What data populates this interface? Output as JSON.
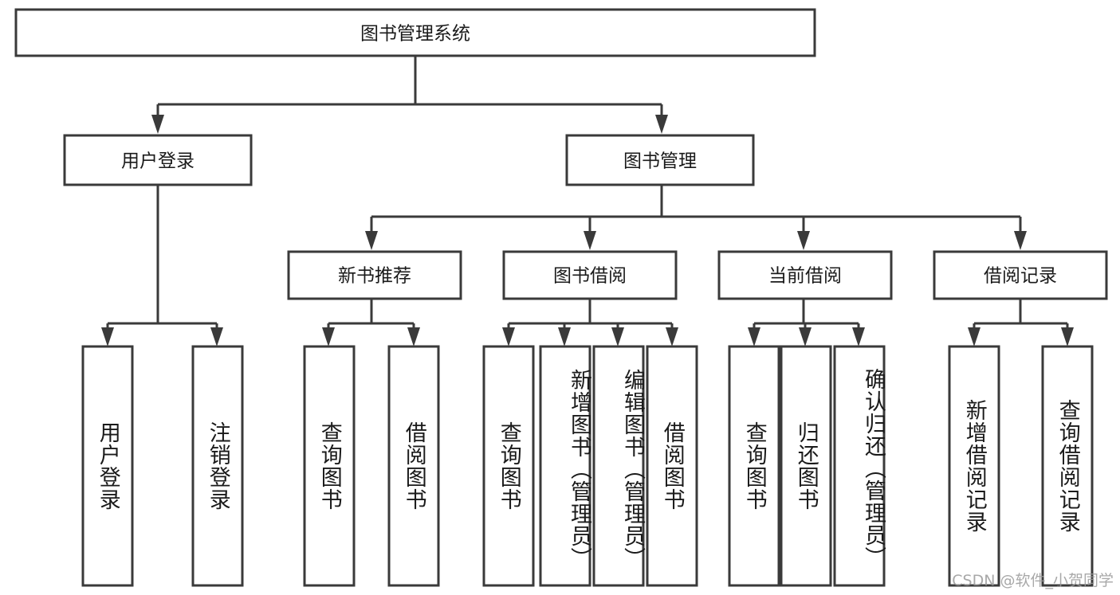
{
  "diagram": {
    "type": "tree-hierarchy-chart",
    "title": "图书管理系统",
    "root": {
      "id": "root",
      "label": "图书管理系统",
      "level": 1
    },
    "level2": [
      {
        "id": "user-login",
        "label": "用户登录",
        "level": 2
      },
      {
        "id": "book-management",
        "label": "图书管理",
        "level": 2
      }
    ],
    "level3": [
      {
        "id": "new-book-recommend",
        "label": "新书推荐",
        "level": 3,
        "parent": "book-management"
      },
      {
        "id": "book-borrow",
        "label": "图书借阅",
        "level": 3,
        "parent": "book-management"
      },
      {
        "id": "current-borrow",
        "label": "当前借阅",
        "level": 3,
        "parent": "book-management"
      },
      {
        "id": "borrow-record",
        "label": "借阅记录",
        "level": 3,
        "parent": "book-management"
      }
    ],
    "leaves": [
      {
        "id": "leaf-user-login",
        "label": "用户登录",
        "parent": "user-login"
      },
      {
        "id": "leaf-logout-login",
        "label": "注销登录",
        "parent": "user-login"
      },
      {
        "id": "leaf-query-book-1",
        "label": "查询图书",
        "parent": "new-book-recommend"
      },
      {
        "id": "leaf-borrow-book-1",
        "label": "借阅图书",
        "parent": "new-book-recommend"
      },
      {
        "id": "leaf-query-book-2",
        "label": "查询图书",
        "parent": "book-borrow"
      },
      {
        "id": "leaf-add-book",
        "label": "新增图书（管理员）",
        "parent": "book-borrow"
      },
      {
        "id": "leaf-edit-book",
        "label": "编辑图书（管理员）",
        "parent": "book-borrow"
      },
      {
        "id": "leaf-borrow-book-2",
        "label": "借阅图书",
        "parent": "book-borrow"
      },
      {
        "id": "leaf-query-book-3",
        "label": "查询图书",
        "parent": "current-borrow"
      },
      {
        "id": "leaf-return-book",
        "label": "归还图书",
        "parent": "current-borrow"
      },
      {
        "id": "leaf-confirm-return",
        "label": "确认归还（管理员）",
        "parent": "current-borrow"
      },
      {
        "id": "leaf-add-record",
        "label": "新增借阅记录",
        "parent": "borrow-record"
      },
      {
        "id": "leaf-query-record",
        "label": "查询借阅记录",
        "parent": "borrow-record"
      }
    ]
  },
  "watermark": {
    "text": "CSDN @软件_小贺同学"
  },
  "colors": {
    "stroke": "#3a3a3a",
    "fill": "#ffffff",
    "text": "#1a1a1a",
    "watermark": "#9a9a9a"
  }
}
